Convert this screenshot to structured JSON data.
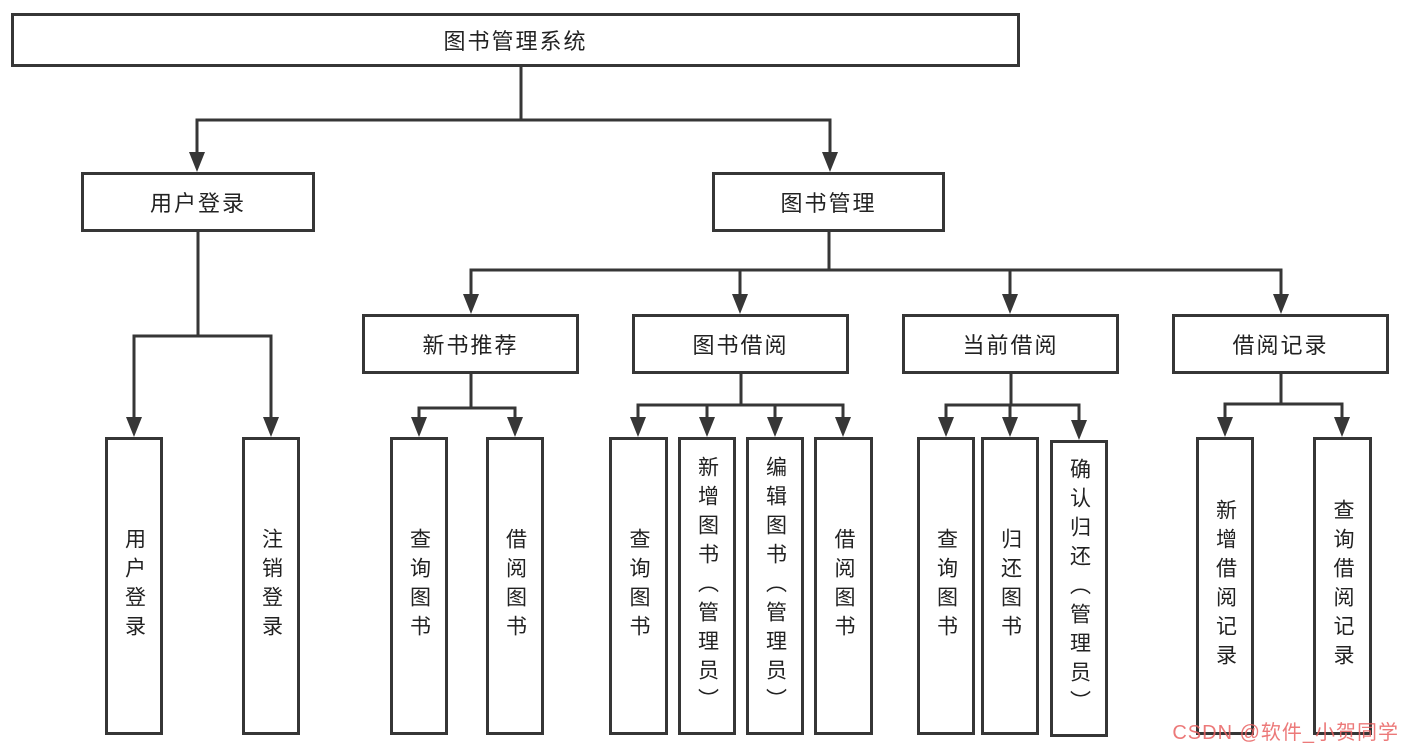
{
  "tree": {
    "root": {
      "label": "图书管理系统",
      "children": [
        {
          "label": "用户登录",
          "children": [
            {
              "label": "用户登录"
            },
            {
              "label": "注销登录"
            }
          ]
        },
        {
          "label": "图书管理",
          "children": [
            {
              "label": "新书推荐",
              "children": [
                {
                  "label": "查询图书"
                },
                {
                  "label": "借阅图书"
                }
              ]
            },
            {
              "label": "图书借阅",
              "children": [
                {
                  "label": "查询图书"
                },
                {
                  "label": "新增图书（管理员）"
                },
                {
                  "label": "编辑图书（管理员）"
                },
                {
                  "label": "借阅图书"
                }
              ]
            },
            {
              "label": "当前借阅",
              "children": [
                {
                  "label": "查询图书"
                },
                {
                  "label": "归还图书"
                },
                {
                  "label": "确认归还（管理员）"
                }
              ]
            },
            {
              "label": "借阅记录",
              "children": [
                {
                  "label": "新增借阅记录"
                },
                {
                  "label": "查询借阅记录"
                }
              ]
            }
          ]
        }
      ]
    }
  },
  "watermark": {
    "text": "CSDN @软件_小贺同学",
    "color": "#e96262"
  },
  "colors": {
    "line": "#363636",
    "border": "#363636",
    "text": "#222222",
    "background": "#ffffff"
  }
}
